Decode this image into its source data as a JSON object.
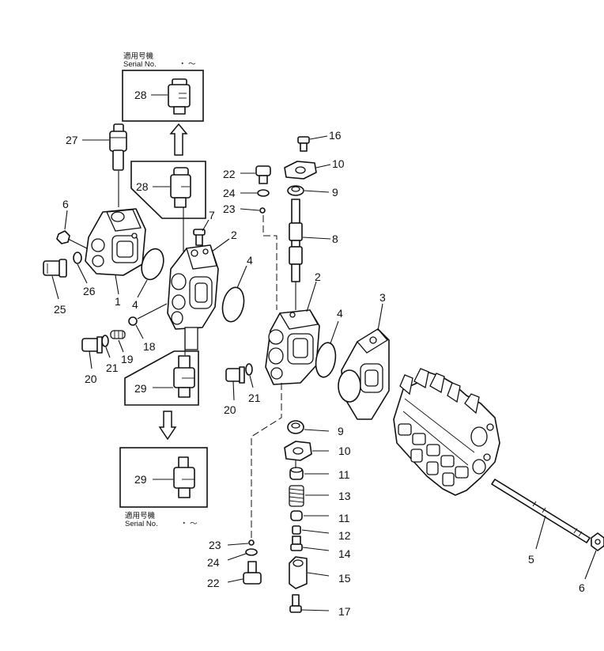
{
  "serial_top": {
    "jp": "適用号機",
    "en": "Serial No.",
    "range": "・ ～"
  },
  "serial_bottom": {
    "jp": "適用号機",
    "en": "Serial No.",
    "range": "・ ～"
  },
  "callouts": {
    "c1": "1",
    "c2a": "2",
    "c2b": "2",
    "c3": "3",
    "c4a": "4",
    "c4b": "4",
    "c4c": "4",
    "c5": "5",
    "c6a": "6",
    "c6b": "6",
    "c7": "7",
    "c8": "8",
    "c9a": "9",
    "c9b": "9",
    "c10a": "10",
    "c10b": "10",
    "c11a": "11",
    "c11b": "11",
    "c12": "12",
    "c13": "13",
    "c14": "14",
    "c15": "15",
    "c16": "16",
    "c17": "17",
    "c18": "18",
    "c19": "19",
    "c20a": "20",
    "c20b": "20",
    "c21a": "21",
    "c21b": "21",
    "c22a": "22",
    "c22b": "22",
    "c23a": "23",
    "c23b": "23",
    "c24a": "24",
    "c24b": "24",
    "c25": "25",
    "c26": "26",
    "c27": "27",
    "c28a": "28",
    "c28b": "28",
    "c29a": "29",
    "c29b": "29"
  }
}
